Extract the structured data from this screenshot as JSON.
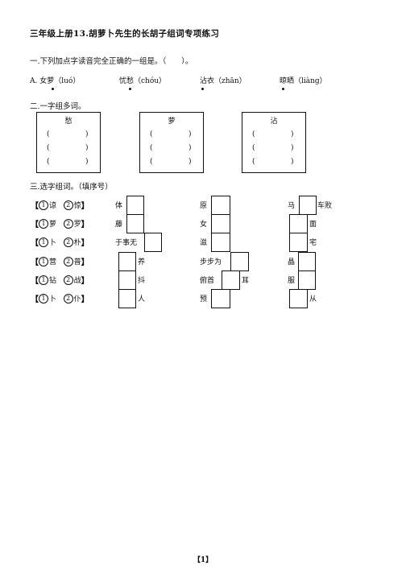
{
  "title": "三年级上册13.胡萝卜先生的长胡子组词专项练习",
  "section1": {
    "heading": "一.下列加点字读音完全正确的一组是。（　　）。",
    "options": [
      {
        "label": "A. 女萝（luó）"
      },
      {
        "label": "忧愁（chóu）"
      },
      {
        "label": "沾衣（zhān）"
      },
      {
        "label": "晾晒（liàng）"
      }
    ]
  },
  "section2": {
    "heading": "二.一字组多词。",
    "boxes": [
      {
        "char": "愁",
        "parens": [
          "(",
          ")",
          "(",
          ")",
          "(",
          ")"
        ]
      },
      {
        "char": "萝",
        "parens": [
          "(",
          ")",
          "(",
          ")",
          "(",
          ")"
        ]
      },
      {
        "char": "沾",
        "parens": [
          "(",
          ")",
          "(",
          ")",
          "(",
          ")"
        ]
      }
    ]
  },
  "section3": {
    "heading": "三.选字组词。（填序号）",
    "rows": [
      {
        "open": "【",
        "n1": "1",
        "c1": "谅",
        "n2": "2",
        "c2": "惊",
        "close": "】",
        "a": "体",
        "b": "原",
        "c_pre": "马",
        "c_post": "车败"
      },
      {
        "open": "【",
        "n1": "1",
        "c1": "萝",
        "n2": "2",
        "c2": "罗",
        "close": "】",
        "a": "藤",
        "b": "女",
        "c_pre": "",
        "c_post": "面"
      },
      {
        "open": "【",
        "n1": "1",
        "c1": "卜",
        "n2": "2",
        "c2": "朴",
        "close": "】",
        "a": "于事无",
        "b": "滋",
        "c_pre": "",
        "c_post": "宅"
      },
      {
        "open": "【",
        "n1": "1",
        "c1": "营",
        "n2": "2",
        "c2": "普",
        "close": "】",
        "a": "养",
        "b": "步步为",
        "c_pre": "",
        "c_post": "晶"
      },
      {
        "open": "【",
        "n1": "1",
        "c1": "钻",
        "n2": "2",
        "c2": "战",
        "close": "】",
        "a": "抖",
        "b_pre": "俯首",
        "b_post": "耳",
        "c_post": "服"
      },
      {
        "open": "【",
        "n1": "1",
        "c1": "卜",
        "n2": "2",
        "c2": "仆",
        "close": "】",
        "a": "人",
        "b": "预",
        "c_post": "从"
      }
    ]
  },
  "footer": "【1】"
}
